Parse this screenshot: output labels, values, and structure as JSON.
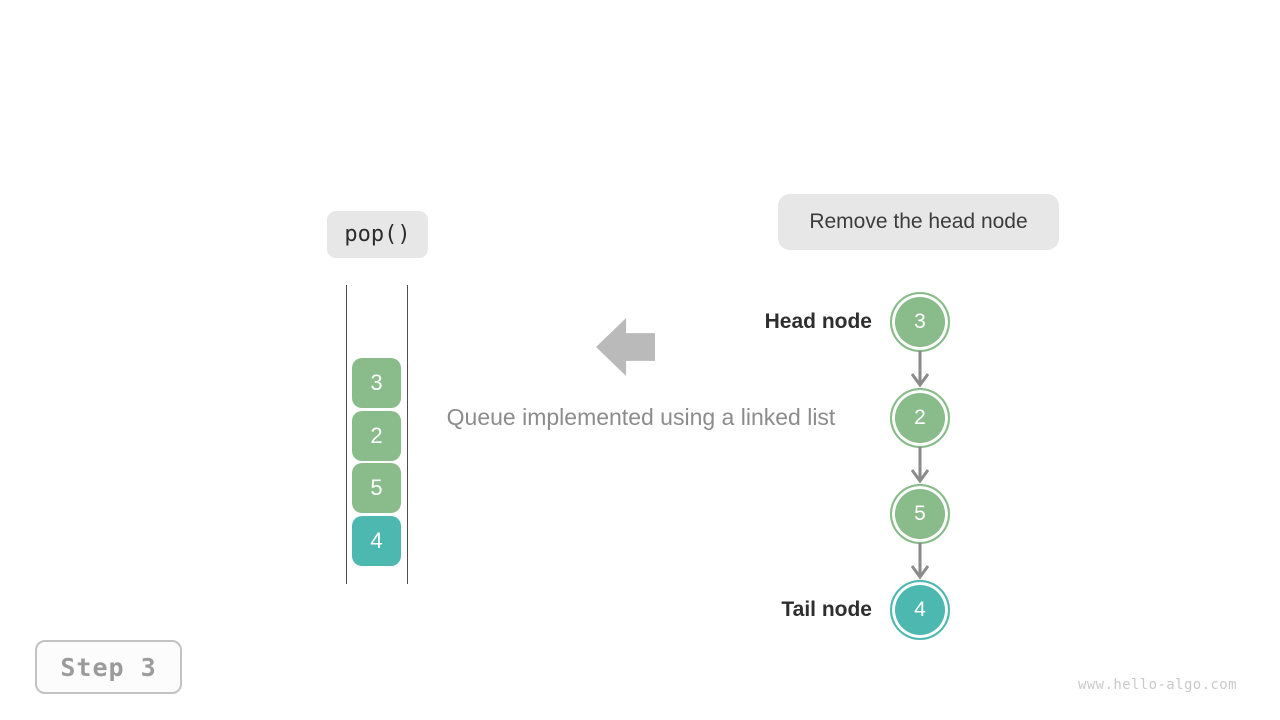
{
  "labels": {
    "pop": "pop()",
    "remove": "Remove the head node",
    "caption": "Queue implemented using a linked list",
    "head_node": "Head node",
    "tail_node": "Tail node",
    "step": "Step 3",
    "watermark": "www.hello-algo.com"
  },
  "queue_stack": {
    "items": [
      {
        "value": "3",
        "color": "#89BB8B"
      },
      {
        "value": "2",
        "color": "#89BB8B"
      },
      {
        "value": "5",
        "color": "#89BB8B"
      },
      {
        "value": "4",
        "color": "#4DB8B0"
      }
    ]
  },
  "linked_list": {
    "nodes": [
      {
        "value": "3",
        "color": "#89BB8B",
        "label": "Head node"
      },
      {
        "value": "2",
        "color": "#89BB8B",
        "label": ""
      },
      {
        "value": "5",
        "color": "#89BB8B",
        "label": ""
      },
      {
        "value": "4",
        "color": "#4DB8B0",
        "label": "Tail node"
      }
    ]
  },
  "colors": {
    "node_green": "#89BB8B",
    "node_teal": "#4DB8B0",
    "label_background": "#e7e7e7",
    "big_arrow_gray": "#bababa",
    "connector_gray": "#8a8a8a"
  }
}
